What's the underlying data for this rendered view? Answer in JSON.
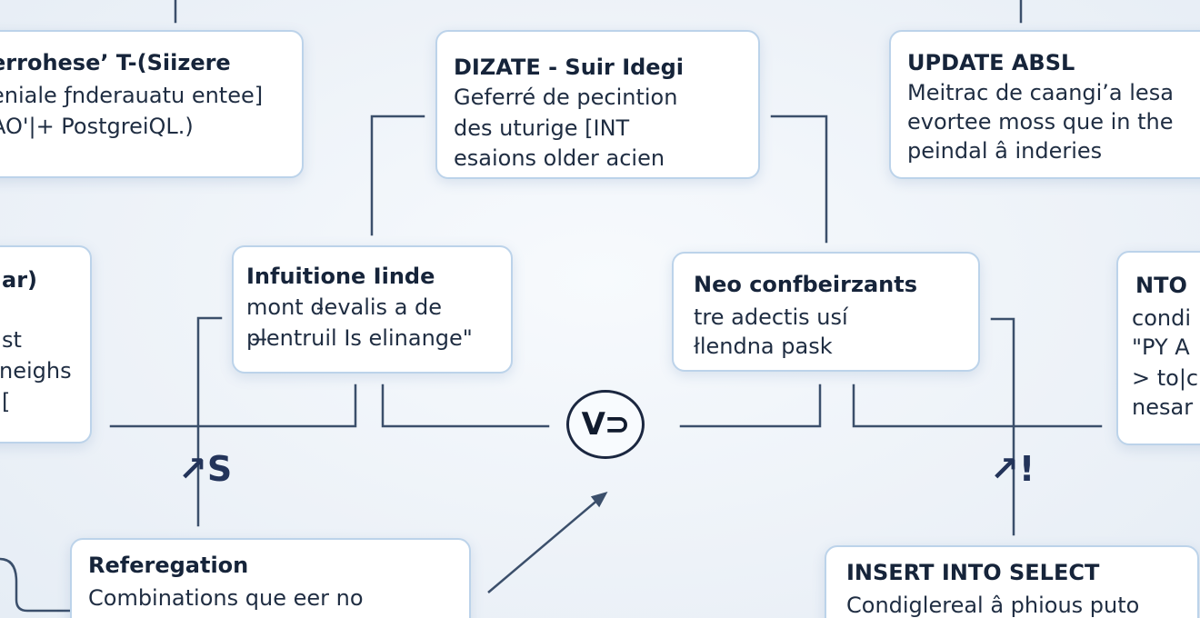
{
  "center": {
    "label": "V⊃"
  },
  "boxes": {
    "top_left": {
      "title": "errohese’ T-(Siizere",
      "lines": [
        "eniale ƒnderauatu entee]",
        "AO'|+ PostgreiQL.)"
      ]
    },
    "top_center": {
      "title": "DIZATE - Suir Idegi",
      "lines": [
        "Geferré de pecintion",
        "des uturige [INT",
        "esaions older acien"
      ]
    },
    "top_right": {
      "title": "UPDATE ABSL",
      "lines": [
        "Meitrac de caangi’a lesa",
        "evortee moss que in the",
        "peindal â inderies"
      ]
    },
    "mid_left": {
      "title": "ar)",
      "lines": [
        "st",
        "neighs",
        "["
      ]
    },
    "mid_center_left": {
      "title": "Infuitione Iinde",
      "lines": [
        "mont d̵evalis a de",
        "pl̶entruil Is elinange\""
      ]
    },
    "mid_center_right": {
      "title": "Neo confbeirzants",
      "lines": [
        "tre adectis usı́",
        "łlendna pask"
      ]
    },
    "mid_right": {
      "title": "NTO",
      "lines": [
        "condi",
        "\"PY A",
        "> to|c",
        "nesar"
      ]
    },
    "bottom_left": {
      "title": "Referegation",
      "lines": [
        "Combinations que eer no"
      ]
    },
    "bottom_right": {
      "title": "INSERT INTO SELECT",
      "lines": [
        "Condiglereal â phious puto"
      ]
    }
  },
  "symbols": {
    "left": "↗S",
    "right": "↗!"
  },
  "colors": {
    "box_border": "#bcd3ea",
    "connector": "#3b4f6b",
    "text": "#1c2a3e"
  }
}
